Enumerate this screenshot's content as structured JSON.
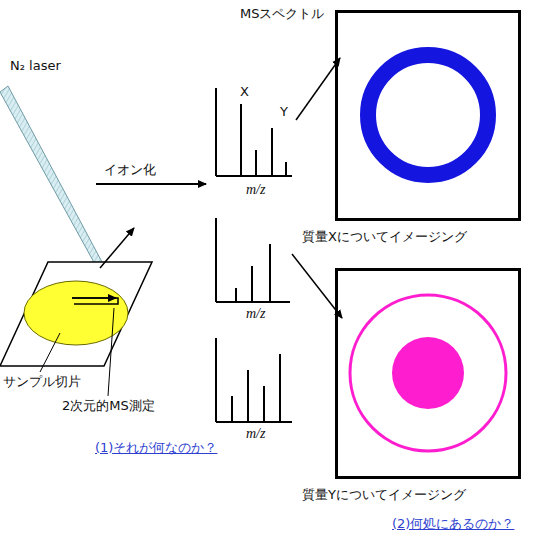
{
  "diagram": {
    "nodes": [
      {
        "text": [
          "質量Xについてイメージング"
        ]
      },
      {
        "text": [
          "質量Yについてイメージング"
        ]
      }
    ],
    "labels": [
      "MSスペクトル",
      "N₂ laser",
      "X",
      "Y",
      "イオン化",
      "m/z",
      "m/z",
      "m/z",
      "サンプル切片",
      "2次元的MS測定",
      "(1)それが何なのか？",
      "(2)何処にあるのか？"
    ]
  }
}
